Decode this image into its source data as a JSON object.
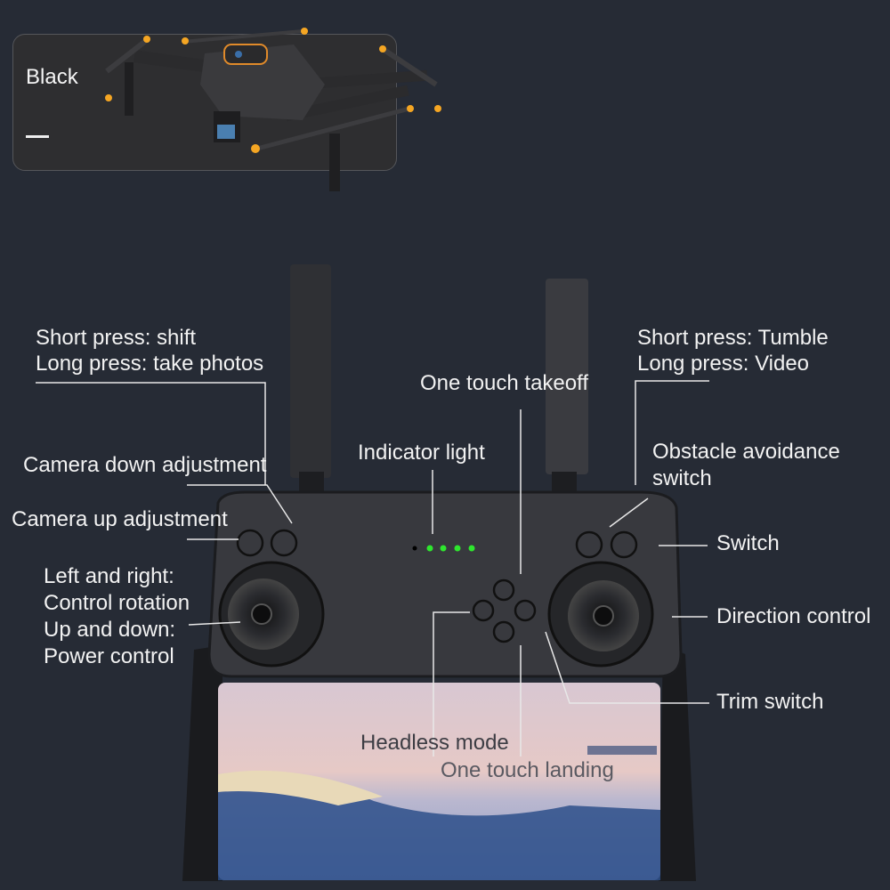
{
  "color_card": {
    "label": "Black"
  },
  "labels": {
    "shift_short": "Short press: shift",
    "shift_long": "Long press: take photos",
    "takeoff": "One touch takeoff",
    "tumble_short": "Short press: Tumble",
    "tumble_long": "Long press: Video",
    "indicator": "Indicator light",
    "obstacle_1": "Obstacle avoidance",
    "obstacle_2": "switch",
    "camera_down": "Camera down adjustment",
    "camera_up": "Camera up adjustment",
    "switch": "Switch",
    "left_stick_1": "Left and right:",
    "left_stick_2": "Control rotation",
    "left_stick_3": "Up and down:",
    "left_stick_4": "Power control",
    "direction": "Direction control",
    "trim": "Trim switch",
    "headless": "Headless mode",
    "landing": "One touch landing"
  },
  "colors": {
    "background": "#262b35",
    "indicator_led": "#2ee62e",
    "accent": "#f5a623"
  }
}
